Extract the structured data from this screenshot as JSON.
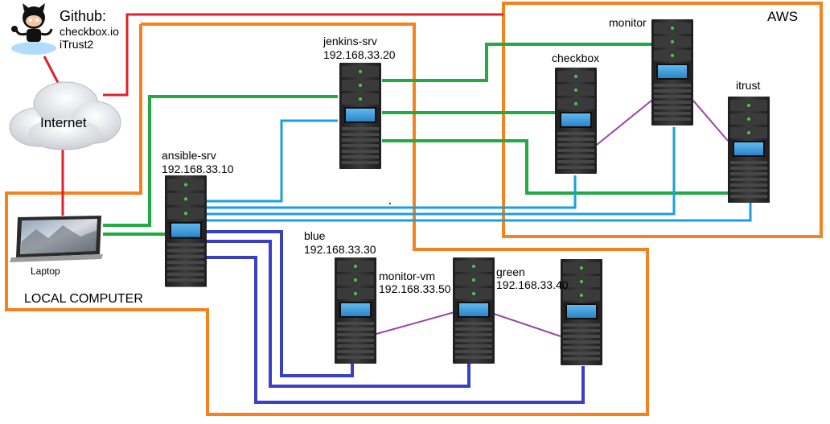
{
  "regions": {
    "aws_label": "AWS",
    "local_label": "LOCAL COMPUTER"
  },
  "github": {
    "title": "Github:",
    "repo1": "checkbox.io",
    "repo2": "iTrust2"
  },
  "internet": {
    "label": "Internet"
  },
  "laptop": {
    "label": "Laptop"
  },
  "servers": {
    "jenkins": {
      "name": "jenkins-srv",
      "ip": "192.168.33.20"
    },
    "ansible": {
      "name": "ansible-srv",
      "ip": "192.168.33.10"
    },
    "monitor": {
      "name": "monitor"
    },
    "checkbox": {
      "name": "checkbox"
    },
    "itrust": {
      "name": "itrust"
    },
    "blue": {
      "name": "blue",
      "ip": "192.168.33.30"
    },
    "monitor_vm": {
      "name": "monitor-vm",
      "ip": "192.168.33.50"
    },
    "green": {
      "name": "green",
      "ip": "192.168.33.40"
    }
  },
  "colors": {
    "region_border": "#f5821f",
    "internet_link": "#e0202a",
    "green_link": "#22aa44",
    "cyan_link": "#1aa0dd",
    "blue_link": "#3a3fc8",
    "purple_link": "#9a44a8",
    "server_body": "#2e2e2e",
    "server_screen": "#3b9fd6",
    "server_led": "#44cc44"
  }
}
